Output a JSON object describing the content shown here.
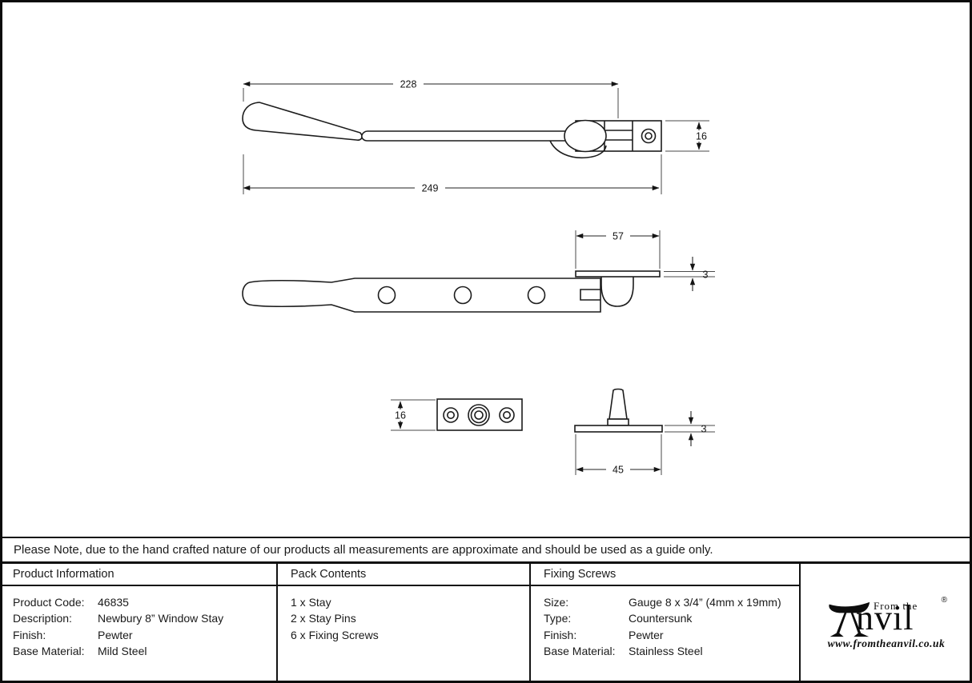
{
  "note": "Please Note, due to the hand crafted nature of our products all measurements are approximate and should be used as a guide only.",
  "dimensions": {
    "stay_arm_length": "228",
    "stay_total_length": "249",
    "stay_end_height": "16",
    "catch_plate_length": "57",
    "catch_plate_thickness": "3",
    "keep_plate_height": "16",
    "pin_base_thickness": "3",
    "pin_base_length": "45"
  },
  "table": {
    "product_information": {
      "header": "Product Information",
      "rows": [
        {
          "label": "Product Code:",
          "value": "46835"
        },
        {
          "label": "Description:",
          "value": "Newbury 8” Window Stay"
        },
        {
          "label": "Finish:",
          "value": "Pewter"
        },
        {
          "label": "Base Material:",
          "value": "Mild Steel"
        }
      ]
    },
    "pack_contents": {
      "header": "Pack Contents",
      "items": [
        "1 x Stay",
        "2 x Stay Pins",
        "6 x Fixing Screws"
      ]
    },
    "fixing_screws": {
      "header": "Fixing Screws",
      "rows": [
        {
          "label": "Size:",
          "value": "Gauge 8 x 3/4” (4mm x 19mm)"
        },
        {
          "label": "Type:",
          "value": "Countersunk"
        },
        {
          "label": "Finish:",
          "value": "Pewter"
        },
        {
          "label": "Base Material:",
          "value": "Stainless Steel"
        }
      ]
    }
  },
  "logo": {
    "from_the": "From the",
    "anvil_text": "nvil",
    "registered": "®",
    "website": "www.fromtheanvil.co.uk"
  }
}
